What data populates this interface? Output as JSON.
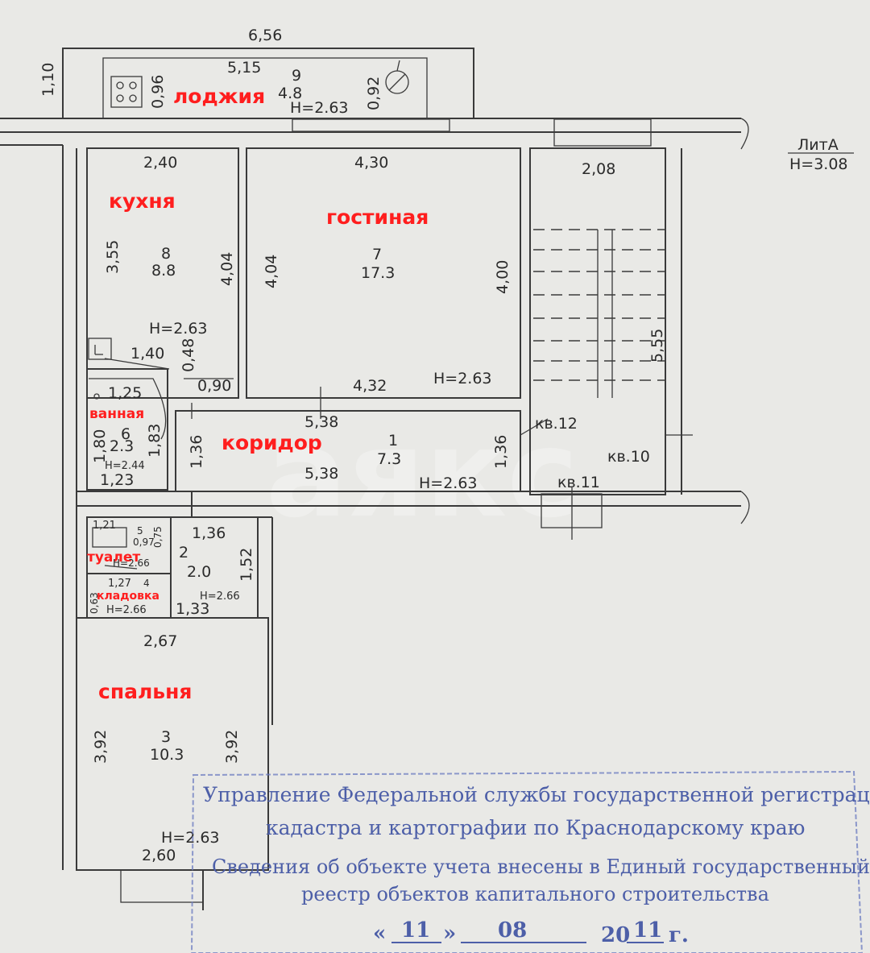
{
  "literal": {
    "name": "ЛитА",
    "height": "Н=3.08"
  },
  "rooms": {
    "loggia": {
      "label": "лоджия",
      "num": "9",
      "area": "4.8",
      "height": "Н=2.63"
    },
    "kitchen": {
      "label": "кухня",
      "num": "8",
      "area": "8.8",
      "height": "Н=2.63"
    },
    "living": {
      "label": "гостиная",
      "num": "7",
      "area": "17.3",
      "height": "Н=2.63"
    },
    "bath": {
      "label": "ванная",
      "num": "6",
      "area": "2.3",
      "height": "Н=2.44"
    },
    "corridor": {
      "label": "коридор",
      "num": "1",
      "area": "7.3",
      "height": "Н=2.63"
    },
    "toilet": {
      "label": "туалет",
      "num": "5",
      "height": "Н=2.66"
    },
    "storage": {
      "label": "кладовка",
      "num": "4",
      "height": "Н=2.66"
    },
    "hall2": {
      "num": "2",
      "area": "2.0",
      "height": "Н=2.66"
    },
    "bedroom": {
      "label": "спальня",
      "num": "3",
      "area": "10.3",
      "height": "Н=2.63"
    }
  },
  "neighbors": {
    "apt12": "кв.12",
    "apt10": "кв.10",
    "apt11": "кв.11"
  },
  "dims": {
    "total_top": "6,56",
    "loggia_left": "1,10",
    "loggia_len": "5,15",
    "loggia_w1": "0,96",
    "loggia_w2": "0,92",
    "kitchen_w": "2,40",
    "kitchen_h1": "3,55",
    "kitchen_h2": "4,04",
    "living_w_top": "4,30",
    "living_h_left": "4,04",
    "living_h_right": "4,00",
    "living_w_bottom": "4,32",
    "stair_w": "2,08",
    "stair_h": "5,55",
    "d140": "1,40",
    "d048": "0,48",
    "d090": "0,90",
    "bath_w": "1,25",
    "bath_h1": "1,80",
    "bath_h2": "1,83",
    "bath_w2": "1,23",
    "corr_w_top": "5,38",
    "corr_w_bottom": "5,38",
    "corr_h_left": "1,36",
    "corr_h_right": "1,36",
    "toilet_w": "1,21",
    "toilet_d1": "0,97",
    "toilet_d2": "0,75",
    "storage_w": "1,27",
    "storage_h": "0,63",
    "hall2_w": "1,36",
    "hall2_h": "1,52",
    "hall2_w2": "1,33",
    "bed_w_top": "2,67",
    "bed_h_left": "3,92",
    "bed_h_right": "3,92",
    "bed_w_bottom": "2,60"
  },
  "stamp": {
    "line1": "Управление Федеральной службы государственной регистрации,",
    "line2": "кадастра и картографии по Краснодарскому краю",
    "line3": "Сведения об объекте учета внесены в Единый государственный",
    "line4": "реестр объектов капитального строительства",
    "date_open": "«",
    "day": "11",
    "date_close": "»",
    "month": "08",
    "year_prefix": "20",
    "year_suffix": "11",
    "year_mark": "г."
  },
  "watermark": "аякс"
}
